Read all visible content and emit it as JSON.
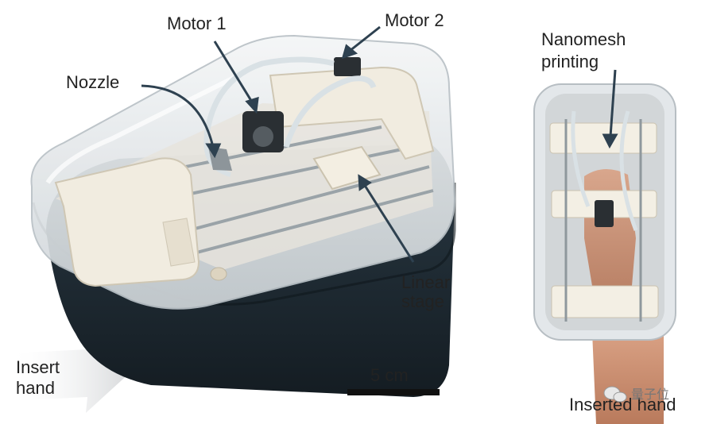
{
  "labels": {
    "motor1": "Motor 1",
    "motor2": "Motor 2",
    "nozzle": "Nozzle",
    "linear_stage": "Linear stage",
    "insert_hand": "Insert hand",
    "nanomesh_printing": "Nanomesh printing",
    "inserted_hand": "Inserted hand",
    "scale_bar": "5 cm"
  },
  "watermark": {
    "text": "量子位",
    "icon": "wechat-icon"
  },
  "colors": {
    "base": "#1f2b33",
    "shell": "#dfe3e6",
    "frame": "#efe9dc",
    "arrow": "#2e4150",
    "skin": "#c48a6a"
  }
}
